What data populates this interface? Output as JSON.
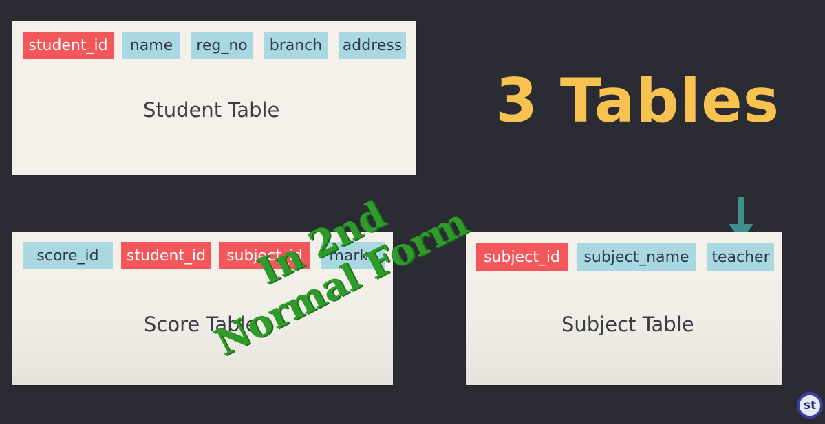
{
  "title": "3 Tables",
  "student_table": {
    "label": "Student Table",
    "columns": [
      {
        "name": "student_id",
        "kind": "key"
      },
      {
        "name": "name",
        "kind": "attr"
      },
      {
        "name": "reg_no",
        "kind": "attr"
      },
      {
        "name": "branch",
        "kind": "attr"
      },
      {
        "name": "address",
        "kind": "attr"
      }
    ]
  },
  "score_table": {
    "label": "Score Table",
    "columns": [
      {
        "name": "score_id",
        "kind": "attr"
      },
      {
        "name": "student_id",
        "kind": "key"
      },
      {
        "name": "subject_id",
        "kind": "key"
      },
      {
        "name": "marks",
        "kind": "attr"
      }
    ]
  },
  "subject_table": {
    "label": "Subject Table",
    "columns": [
      {
        "name": "subject_id",
        "kind": "key"
      },
      {
        "name": "subject_name",
        "kind": "attr"
      },
      {
        "name": "teacher",
        "kind": "attr"
      }
    ]
  },
  "stamp": {
    "line1": "In 2nd",
    "line2": "Normal Form"
  },
  "logo": {
    "text": "st"
  },
  "colors": {
    "background": "#2b2c33",
    "card": "#f4f1ea",
    "key_chip": "#f2585b",
    "attr_chip": "#a9d8e3",
    "title": "#f7c250",
    "arrow": "#3f8f8f",
    "stamp": "#2e9b2a"
  }
}
